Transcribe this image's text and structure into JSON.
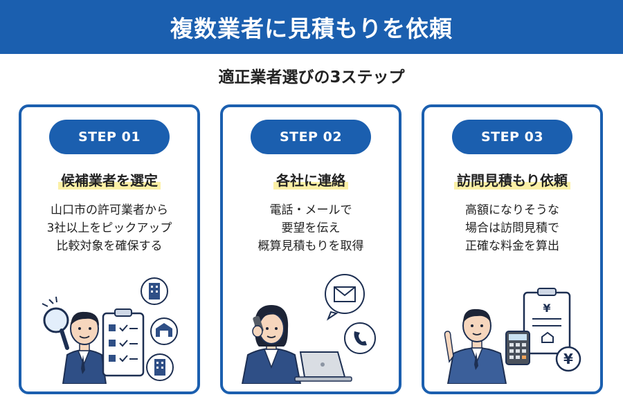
{
  "header": {
    "title": "複数業者に見積もりを依頼"
  },
  "subtitle": "適正業者選びの3ステップ",
  "steps": [
    {
      "badge": "STEP 01",
      "title": "候補業者を選定",
      "lines": [
        "山口市の許可業者から",
        "3社以上をピックアップ",
        "比較対象を確保する"
      ],
      "illustration_icons": [
        "magnifier-icon",
        "clipboard-checklist-icon",
        "building-icon",
        "warehouse-icon",
        "office-building-icon"
      ]
    },
    {
      "badge": "STEP 02",
      "title": "各社に連絡",
      "lines": [
        "電話・メールで",
        "要望を伝え",
        "概算見積もりを取得"
      ],
      "illustration_icons": [
        "phone-handset-icon",
        "envelope-icon",
        "phone-call-icon",
        "laptop-icon"
      ]
    },
    {
      "badge": "STEP 03",
      "title": "訪問見積もり依頼",
      "lines": [
        "高額になりそうな",
        "場合は訪問見積で",
        "正確な料金を算出"
      ],
      "illustration_icons": [
        "calculator-icon",
        "estimate-document-icon",
        "yen-coin-icon"
      ],
      "yen_symbol": "¥"
    }
  ],
  "colors": {
    "brand_blue": "#1b5faf",
    "highlight_yellow": "#fbf0a6",
    "suit_navy": "#2f4f86",
    "skin": "#f6d6bd"
  }
}
